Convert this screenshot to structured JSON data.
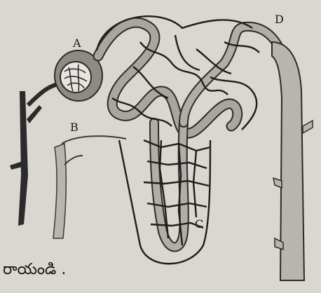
{
  "labels": {
    "a": "A",
    "b": "B",
    "c": "C",
    "d": "D"
  },
  "caption": "రాయండి ."
}
